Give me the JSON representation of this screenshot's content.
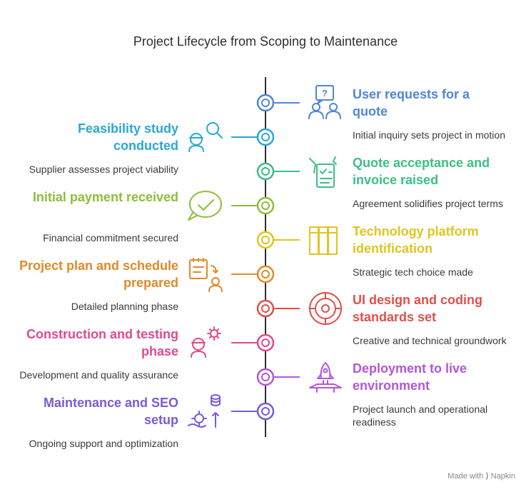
{
  "title": "Project Lifecycle from Scoping to Maintenance",
  "footer": {
    "prefix": "Made with",
    "brand": "Napkin"
  },
  "steps": [
    {
      "title": "User requests for a quote",
      "description": "Initial inquiry sets project in motion",
      "color": "#4f86d8",
      "side": "right",
      "icon": "question-people-icon"
    },
    {
      "title": "Feasibility study conducted",
      "description": "Supplier assesses project viability",
      "color": "#2aa8d0",
      "side": "left",
      "icon": "engineer-search-icon"
    },
    {
      "title": "Quote acceptance and invoice raised",
      "description": "Agreement solidifies project terms",
      "color": "#3cbf86",
      "side": "right",
      "icon": "checklist-hand-icon"
    },
    {
      "title": "Initial payment received",
      "description": "Financial commitment secured",
      "color": "#8cbf3a",
      "side": "left",
      "icon": "checkmark-bubble-icon"
    },
    {
      "title": "Technology platform identification",
      "description": "Strategic tech choice made",
      "color": "#e0c520",
      "side": "right",
      "icon": "columns-icon"
    },
    {
      "title": "Project plan and schedule prepared",
      "description": "Detailed planning phase",
      "color": "#e08a2a",
      "side": "left",
      "icon": "plan-person-icon"
    },
    {
      "title": "UI design and coding standards set",
      "description": "Creative and technical groundwork",
      "color": "#e0504a",
      "side": "right",
      "icon": "target-wheel-icon"
    },
    {
      "title": "Construction and testing phase",
      "description": "Development and quality assurance",
      "color": "#e04a8f",
      "side": "left",
      "icon": "engineer-gear-icon"
    },
    {
      "title": "Deployment to live environment",
      "description": "Project launch and operational readiness",
      "color": "#b356d8",
      "side": "right",
      "icon": "rocket-launch-icon"
    },
    {
      "title": "Maintenance and SEO setup",
      "description": "Ongoing support and optimization",
      "color": "#7a5ad8",
      "side": "left",
      "icon": "database-gear-icon"
    }
  ]
}
